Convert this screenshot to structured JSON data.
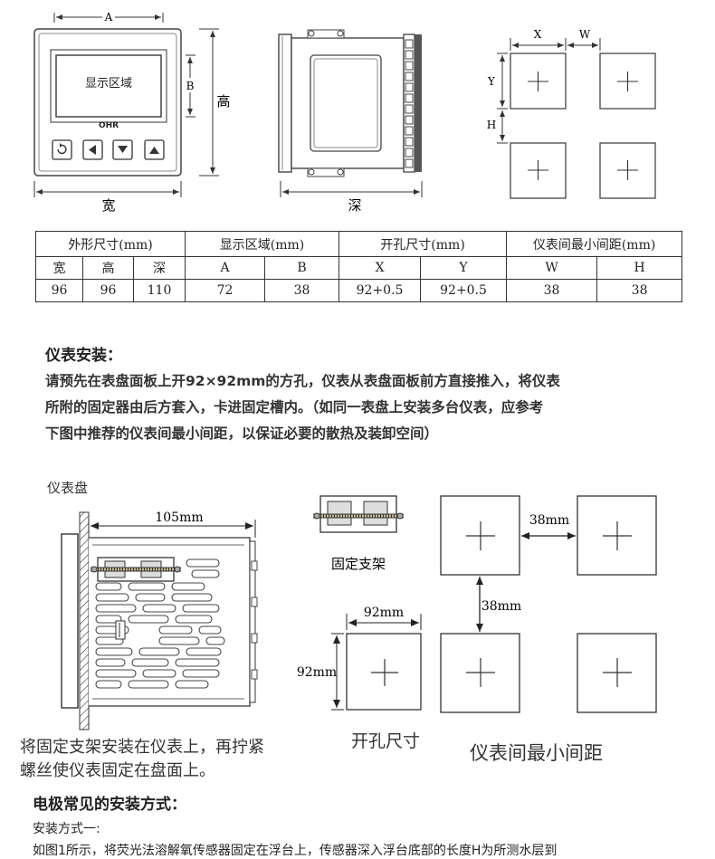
{
  "top_diagram": {
    "dim_a": "A",
    "dim_b": "B",
    "height_label": "高",
    "width_label": "宽",
    "display_area": "显示区域",
    "brand": "OHR",
    "depth_label": "深",
    "dim_x": "X",
    "dim_w": "W",
    "dim_y": "Y",
    "dim_h": "H",
    "buttons": [
      "set-icon",
      "left-arrow-icon",
      "down-arrow-icon",
      "up-arrow-icon"
    ]
  },
  "spec_table": {
    "groups": [
      "外形尺寸(mm)",
      "显示区域(mm)",
      "开孔尺寸(mm)",
      "仪表间最小间距(mm)"
    ],
    "columns": [
      "宽",
      "高",
      "深",
      "A",
      "B",
      "X",
      "Y",
      "W",
      "H"
    ],
    "values": [
      "96",
      "96",
      "110",
      "72",
      "38",
      "92+0.5",
      "92+0.5",
      "38",
      "38"
    ]
  },
  "install": {
    "heading": "仪表安装：",
    "lines": [
      "请预先在表盘面板上开92×92mm的方孔，仪表从表盘面板前方直接推入，将仪表",
      "所附的固定器由后方套入，卡进固定槽内。（如同一表盘上安装多台仪表，应参考",
      "下图中推荐的仪表间最小间距，以保证必要的散热及装卸空间）"
    ]
  },
  "mount_diagram": {
    "panel_label": "仪表盘",
    "depth_dim": "105mm",
    "bracket_label": "固定支架",
    "hole_w": "92mm",
    "hole_h": "92mm",
    "hole_caption": "开孔尺寸",
    "gap_h": "38mm",
    "gap_v": "38mm",
    "spacing_caption": "仪表间最小间距",
    "note_lines": [
      "将固定支架安装在仪表上，再拧紧",
      "螺丝使仪表固定在盘面上。"
    ]
  },
  "electrode": {
    "heading": "电极常见的安装方式：",
    "method_label": "安装方式一:",
    "line": "如图1所示，将荧光法溶解氧传感器固定在浮台上，传感器深入浮台底部的长度H为所测水层到"
  }
}
